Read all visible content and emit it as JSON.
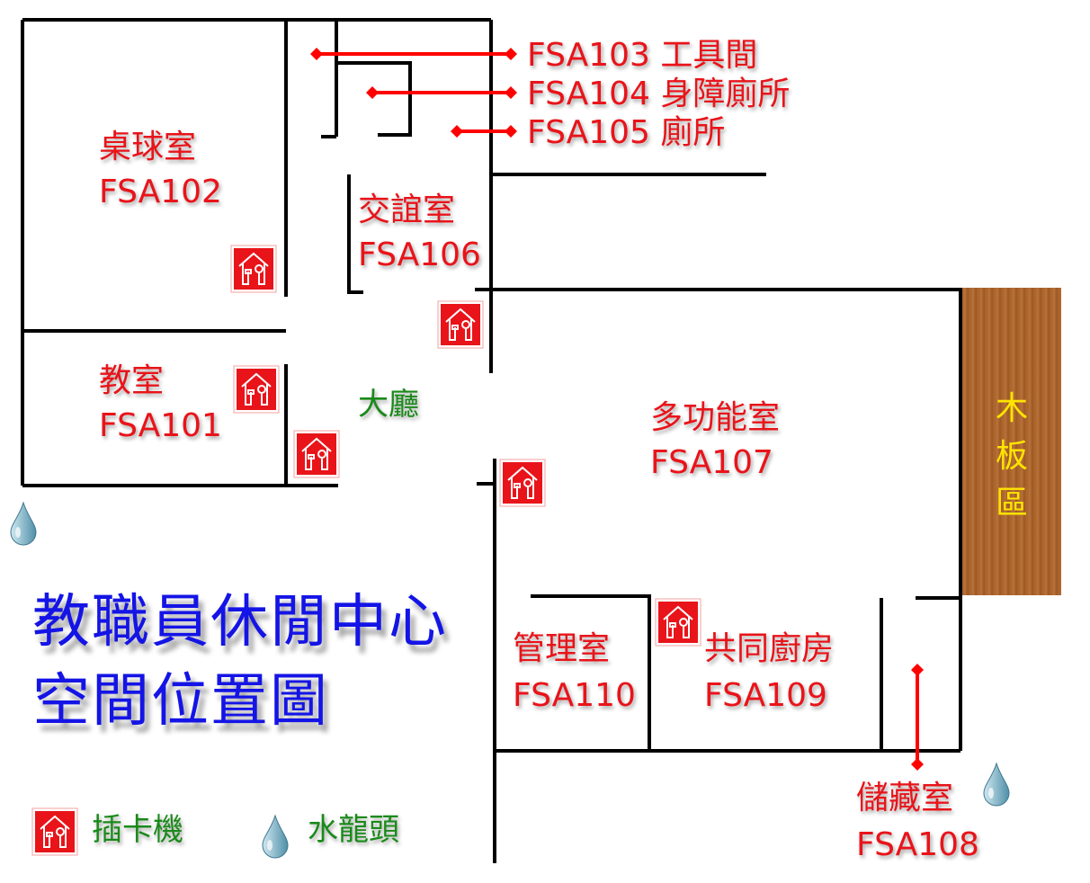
{
  "title": {
    "line1": "教職員休閒中心",
    "line2": "空間位置圖"
  },
  "rooms": {
    "fsa101": {
      "name": "教室",
      "code": "FSA101"
    },
    "fsa102": {
      "name": "桌球室",
      "code": "FSA102"
    },
    "fsa103": {
      "label": "FSA103 工具間"
    },
    "fsa104": {
      "label": "FSA104 身障廁所"
    },
    "fsa105": {
      "label": "FSA105 廁所"
    },
    "fsa106": {
      "name": "交誼室",
      "code": "FSA106"
    },
    "fsa107": {
      "name": "多功能室",
      "code": "FSA107"
    },
    "fsa108": {
      "name": "儲藏室",
      "code": "FSA108"
    },
    "fsa109": {
      "name": "共同廚房",
      "code": "FSA109"
    },
    "fsa110": {
      "name": "管理室",
      "code": "FSA110"
    },
    "lobby": "大廳",
    "wood": [
      "木",
      "板",
      "區"
    ]
  },
  "legend": {
    "card_machine": "插卡機",
    "faucet": "水龍頭"
  },
  "colors": {
    "label": "#e8141a",
    "title": "#1414e6",
    "lobby": "#1a8a1a",
    "wood_text": "#ffe400",
    "icon_bg": "#e8141a"
  }
}
